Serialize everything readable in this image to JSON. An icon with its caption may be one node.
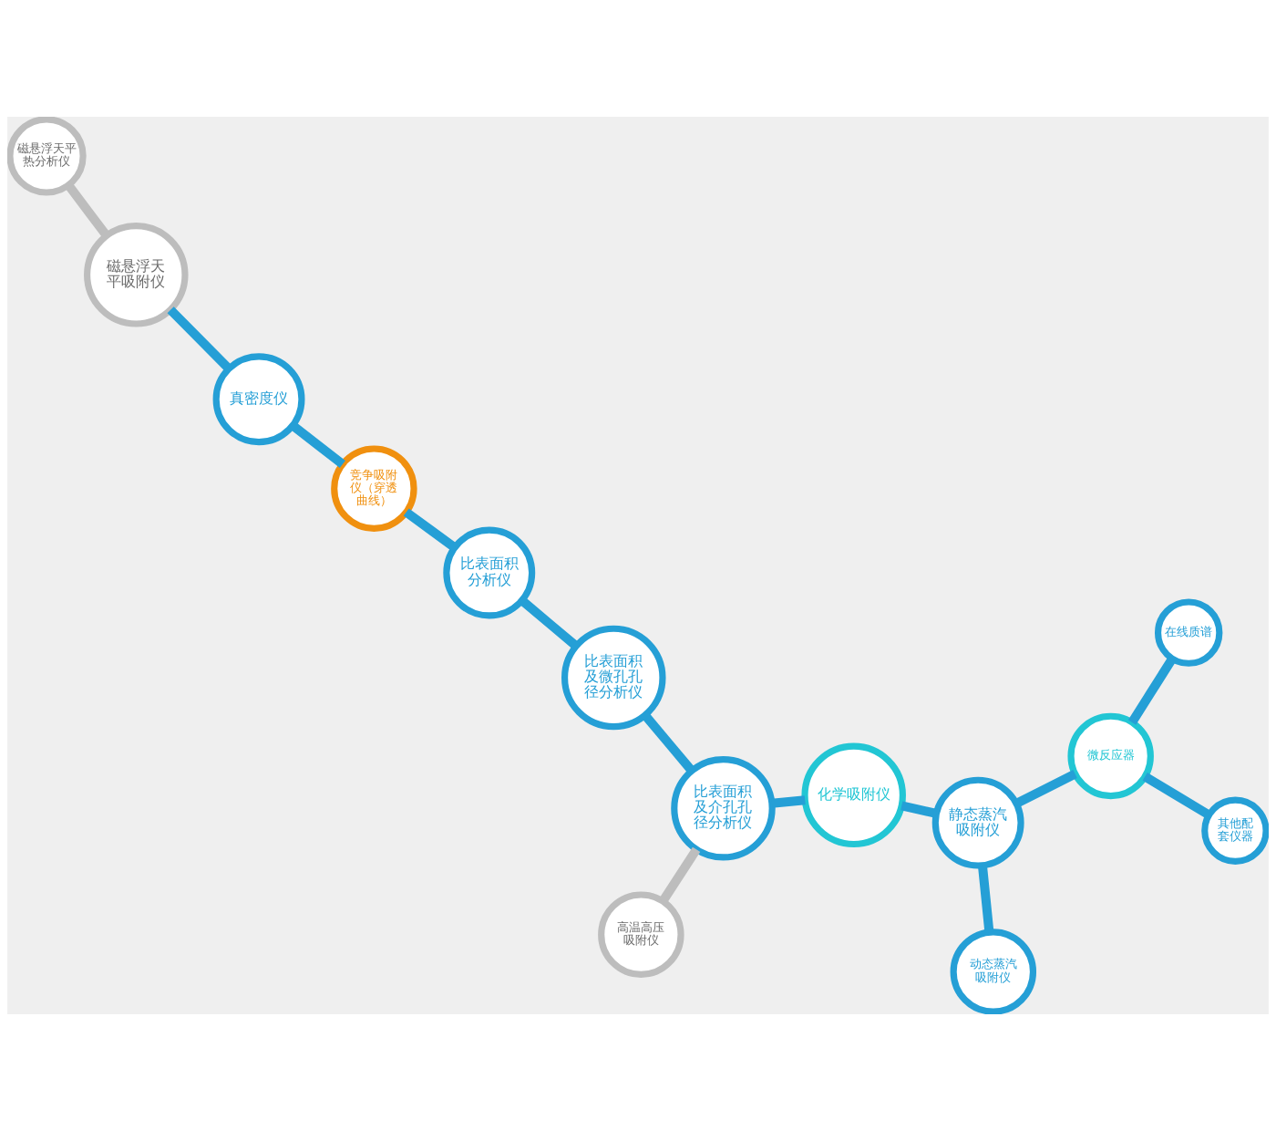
{
  "diagram": {
    "nodes": [
      {
        "text": [
          "比表面积分析仪"
        ]
      },
      {
        "text": [
          "竞争吸附仪（穿透曲线）"
        ]
      },
      {
        "text": [
          "真密度仪"
        ]
      },
      {
        "text": [
          "磁悬浮天平吸附仪"
        ]
      },
      {
        "text": [
          "磁悬浮天平热分析仪"
        ]
      },
      {
        "text": [
          "比表面积及微孔孔径分析仪"
        ]
      },
      {
        "text": [
          "比表面积及介孔孔径分析仪"
        ]
      },
      {
        "text": [
          "高温高压吸附仪"
        ]
      },
      {
        "text": [
          "化学吸附仪"
        ]
      },
      {
        "text": [
          "静态蒸汽吸附仪"
        ]
      },
      {
        "text": [
          "动态蒸汽吸附仪"
        ]
      },
      {
        "text": [
          "微反应器"
        ]
      },
      {
        "text": [
          "其他配套仪器"
        ]
      },
      {
        "text": [
          "在线质谱"
        ]
      }
    ],
    "edges": [
      {
        "from": 0,
        "to": 1,
        "arrow": "none"
      },
      {
        "from": 1,
        "to": 2,
        "arrow": "none"
      },
      {
        "from": 2,
        "to": 3,
        "arrow": "none"
      },
      {
        "from": 3,
        "to": 4,
        "arrow": "none",
        "color": "#bdbdbd"
      },
      {
        "from": 0,
        "to": 5,
        "arrow": "none"
      },
      {
        "from": 5,
        "to": 6,
        "arrow": "none"
      },
      {
        "from": 6,
        "to": 7,
        "arrow": "none",
        "color": "#bdbdbd"
      },
      {
        "from": 6,
        "to": 8,
        "arrow": "none"
      },
      {
        "from": 8,
        "to": 9,
        "arrow": "none"
      },
      {
        "from": 9,
        "to": 10,
        "arrow": "none"
      },
      {
        "from": 9,
        "to": 11,
        "arrow": "none"
      },
      {
        "from": 11,
        "to": 12,
        "arrow": "none"
      },
      {
        "from": 11,
        "to": 13,
        "arrow": "none"
      }
    ]
  }
}
